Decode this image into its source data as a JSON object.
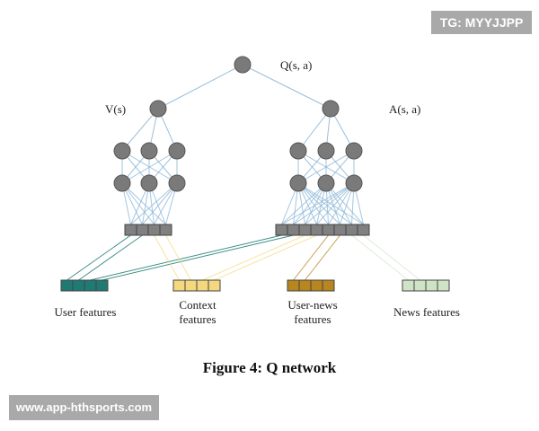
{
  "watermark_top": "TG: MYYJJPP",
  "watermark_bottom": "www.app-hthsports.com",
  "labels": {
    "q": "Q(s, a)",
    "v": "V(s)",
    "a": "A(s, a)"
  },
  "features": [
    {
      "label": "User features",
      "color": "#1f7a74"
    },
    {
      "label": "Context features",
      "color": "#f5d77e"
    },
    {
      "label": "User-news features",
      "color": "#b8861e"
    },
    {
      "label": "News features",
      "color": "#cfe4c5"
    }
  ],
  "caption": "Figure 4: Q network",
  "colors": {
    "node": "#7a7a7a",
    "edge": "#8fb8d8",
    "input_block": "#808080"
  }
}
